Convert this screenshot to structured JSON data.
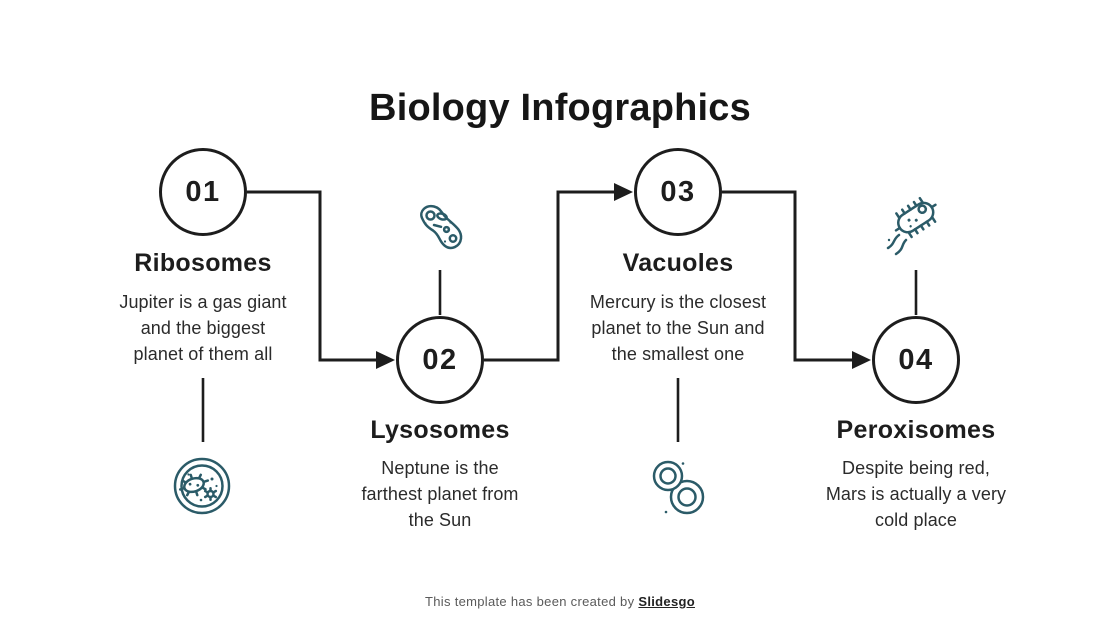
{
  "slide_title": "Biology Infographics",
  "sections": [
    {
      "number": "01",
      "title": "Ribosomes",
      "description": "Jupiter is a gas giant\nand the biggest\nplanet of them all",
      "icon": "petri-dish-icon"
    },
    {
      "number": "02",
      "title": "Lysosomes",
      "description": "Neptune is the\nfarthest planet from\nthe Sun",
      "icon": "amoeba-cell-icon"
    },
    {
      "number": "03",
      "title": "Vacuoles",
      "description": "Mercury is the closest\nplanet to the Sun and\nthe smallest one",
      "icon": "cell-division-icon"
    },
    {
      "number": "04",
      "title": "Peroxisomes",
      "description": "Despite being red,\nMars is actually a very\ncold place",
      "icon": "bacteria-icon"
    }
  ],
  "footer": {
    "text": "This template has been created by",
    "brand": "Slidesgo"
  },
  "colors": {
    "accent_teal": "#2b5b68",
    "line_black": "#1d1d1d",
    "body_text": "#2b2b2b",
    "footer_gray": "#5a5a5a",
    "background": "#ffffff"
  }
}
